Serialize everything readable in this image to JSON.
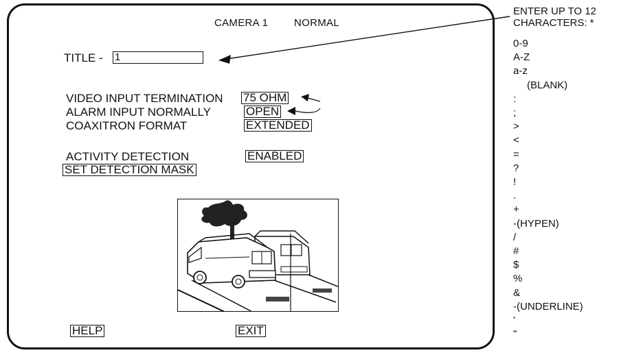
{
  "header": {
    "camera": "CAMERA 1",
    "mode": "NORMAL"
  },
  "title_field": {
    "label": "TITLE -",
    "value": "1"
  },
  "settings": [
    {
      "label": "VIDEO INPUT TERMINATION",
      "value": "75 OHM"
    },
    {
      "label": "ALARM INPUT NORMALLY",
      "value": "OPEN"
    },
    {
      "label": "COAXITRON FORMAT",
      "value": "EXTENDED"
    }
  ],
  "activity": {
    "label": "ACTIVITY DETECTION",
    "value": "ENABLED"
  },
  "mask_button": "SET DETECTION MASK",
  "help_button": "HELP",
  "exit_button": "EXIT",
  "annotation": {
    "line1": "ENTER UP TO 12",
    "line2": "CHARACTERS: *",
    "characters": [
      "0-9",
      "A-Z",
      "a-z",
      "(BLANK)",
      ":",
      ";",
      ">",
      "<",
      "=",
      "?",
      "!",
      ".",
      "+",
      "-(HYPEN)",
      "/",
      "#",
      "$",
      "%",
      "&",
      "-(UNDERLINE)",
      "'",
      "\""
    ]
  },
  "icons": {
    "arrow": "arrow-icon",
    "preview": "parking-lot-preview-image"
  }
}
